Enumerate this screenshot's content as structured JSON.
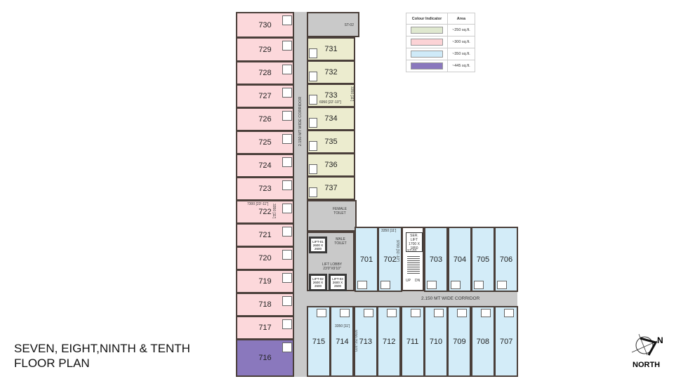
{
  "title_line1": "SEVEN, EIGHT,NINTH & TENTH",
  "title_line2": "FLOOR PLAN",
  "north": {
    "letter": "N",
    "label": "NORTH"
  },
  "legend": {
    "headers": [
      "Colour Indicator",
      "Area"
    ],
    "rows": [
      {
        "color": "#dfe8cf",
        "area": "~250 sq.ft."
      },
      {
        "color": "#fcd3d6",
        "area": "~300 sq.ft."
      },
      {
        "color": "#cfeaf8",
        "area": "~350 sq.ft."
      },
      {
        "color": "#8a78bd",
        "area": "~445 sq.ft."
      }
    ]
  },
  "units": {
    "west": [
      "730",
      "729",
      "728",
      "727",
      "726",
      "725",
      "724",
      "723",
      "722",
      "721",
      "720",
      "719",
      "718",
      "717",
      "716"
    ],
    "east": [
      "731",
      "732",
      "733",
      "734",
      "735",
      "736",
      "737"
    ],
    "north_row": [
      "701",
      "702",
      "703",
      "704",
      "705",
      "706"
    ],
    "south_row": [
      "715",
      "714",
      "713",
      "712",
      "711",
      "710",
      "709",
      "708",
      "707"
    ]
  },
  "colors": {
    "west": "#fcd8db",
    "east": "#ececcf",
    "blue": "#d3ecf8",
    "large": "#8a78bd",
    "corridor": "#c9c9c9"
  },
  "labels": {
    "corridor_vertical": "2.150 MT WIDE CORRIDOR",
    "corridor_horizontal": "2.150 MT WIDE CORRIDOR",
    "stair_top": "ST-02",
    "stair_mid": "ST-03",
    "service_lift": "SER. LIFT 1700 X 1850",
    "female_toilet": "FEMALE TOILET",
    "male_toilet": "MALE TOILET",
    "lift1": "LIFT-01 2600 X 2600",
    "lift2": "LIFT-02 2600 X 2600",
    "lift3": "LIFT-03 2600 X 2600",
    "lift_lobby": "LIFT LOBBY 23'0\"X9'10\"",
    "dim_722_w": "7300 [23'-11\"]",
    "dim_722_h": "3350 [11']",
    "dim_733_w": "6950 [22'-10\"]",
    "dim_733_h": "3350 [11']",
    "dim_702_w": "3350 [11']",
    "dim_702_h": "9700 [31'-10\"]",
    "dim_714_w": "3350 [11']",
    "dim_714_h": "9700 [31'-10\"]",
    "up": "UP",
    "dn": "DN"
  }
}
